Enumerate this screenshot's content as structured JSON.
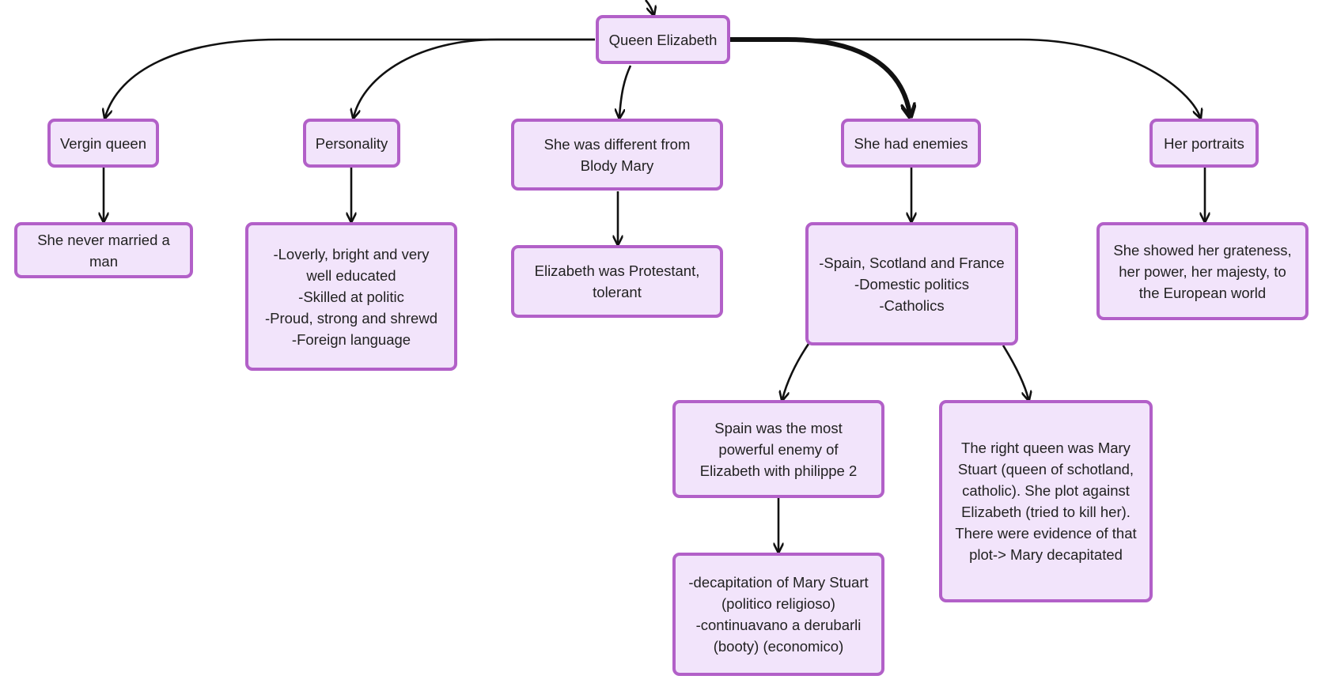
{
  "diagram": {
    "type": "mind-map",
    "colors": {
      "node_border": "#b260c8",
      "node_fill": "#f2e4fb",
      "text": "#222222",
      "connector": "#111111"
    },
    "root": {
      "lines": [
        "Queen Elizabeth"
      ]
    },
    "topics": {
      "virgin_queen": {
        "lines": [
          "Vergin queen"
        ],
        "detail": {
          "lines": [
            "She never married a",
            "man"
          ]
        }
      },
      "personality": {
        "lines": [
          "Personality"
        ],
        "detail": {
          "lines": [
            "-Loverly, bright and very",
            "well educated",
            "-Skilled at politic",
            "-Proud, strong and shrewd",
            "-Foreign language"
          ]
        }
      },
      "bloody_mary": {
        "lines": [
          "She was different from",
          "Blody Mary"
        ],
        "detail": {
          "lines": [
            "Elizabeth was Protestant,",
            "tolerant"
          ]
        }
      },
      "enemies": {
        "lines": [
          "She had enemies"
        ],
        "detail": {
          "lines": [
            "-Spain, Scotland and France",
            "-Domestic politics",
            "-Catholics"
          ]
        },
        "spain": {
          "lines": [
            "Spain was the most",
            "powerful enemy of",
            "Elizabeth with philippe 2"
          ],
          "detail": {
            "lines": [
              "-decapitation of Mary Stuart",
              "(politico religioso)",
              "-continuavano a derubarli",
              "(booty) (economico)"
            ]
          }
        },
        "mary_stuart": {
          "lines": [
            "The right queen was Mary",
            "Stuart (queen of schotland,",
            "catholic). She plot against",
            "Elizabeth (tried to kill her).",
            "There were evidence of that",
            "plot-> Mary decapitated"
          ]
        }
      },
      "portraits": {
        "lines": [
          "Her portraits"
        ],
        "detail": {
          "lines": [
            "She showed her grateness,",
            "her power, her majesty, to",
            "the European world"
          ]
        }
      }
    }
  }
}
